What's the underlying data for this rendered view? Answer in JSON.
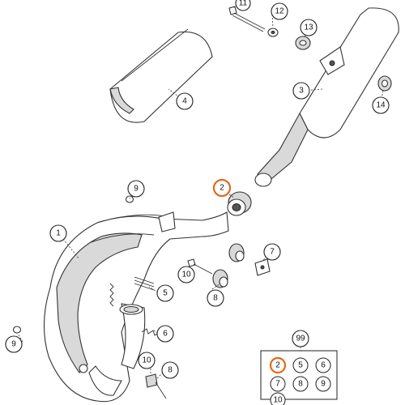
{
  "callouts": {
    "c11": "11",
    "c12": "12",
    "c13": "13",
    "c3": "3",
    "c4": "4",
    "c14": "14",
    "c2": "2",
    "c9a": "9",
    "c7": "7",
    "c1": "1",
    "c10a": "10",
    "c5": "5",
    "c8": "8",
    "c6": "6",
    "c9b": "9",
    "c10b": "10",
    "c8b": "8"
  },
  "kit": {
    "number": "99",
    "items": [
      "2",
      "5",
      "6",
      "7",
      "8",
      "9",
      "10"
    ]
  },
  "colors": {
    "highlight": "#e06a1b",
    "line": "#333333",
    "shade": "#d9d9d9"
  }
}
